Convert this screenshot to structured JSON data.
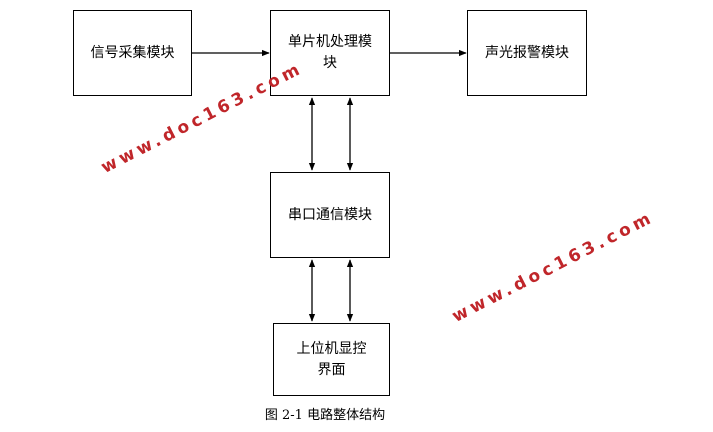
{
  "blocks": {
    "signal": "信号采集模块",
    "mcu": "单片机处理模\n块",
    "alarm": "声光报警模块",
    "serial": "串口通信模块",
    "host": "上位机显控\n界面"
  },
  "caption": "图 2-1 电路整体结构",
  "watermarks": [
    "www.doc163.com",
    "www.doc163.com"
  ],
  "colors": {
    "watermark": "#c0262a",
    "line": "#000000"
  }
}
